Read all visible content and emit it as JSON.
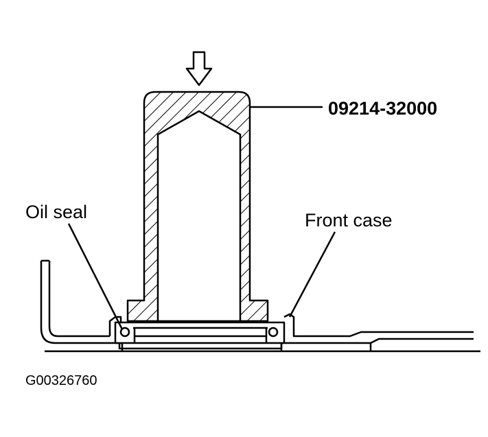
{
  "labels": {
    "tool_number": "09214-32000",
    "oil_seal": "Oil seal",
    "front_case": "Front case",
    "figure_code": "G00326760"
  },
  "icons": {
    "arrow": "down-arrow-icon"
  },
  "colors": {
    "ink": "#000000",
    "background": "#ffffff"
  }
}
